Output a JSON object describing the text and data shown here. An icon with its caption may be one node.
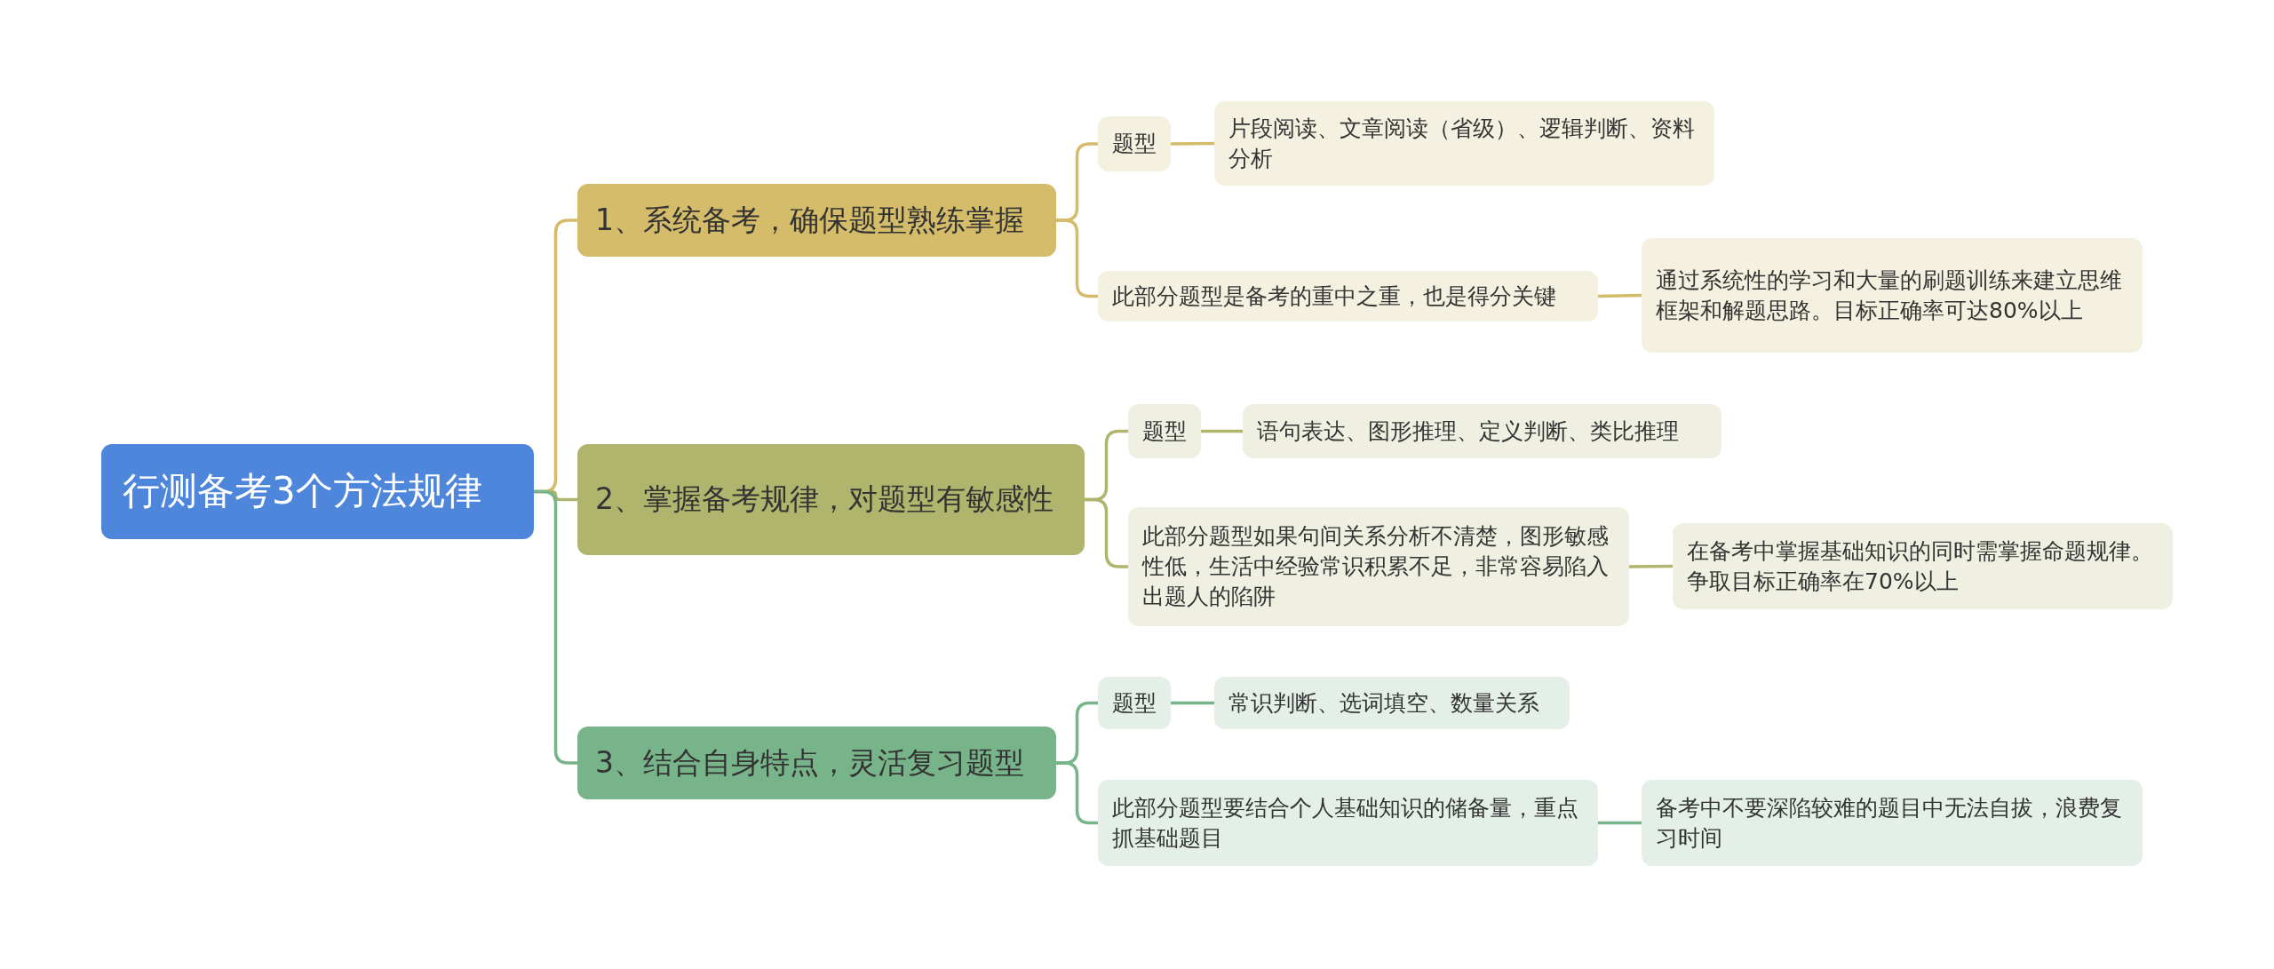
{
  "diagram": {
    "nodes": [
      {
        "text": [
          "行测备考3个方法规律"
        ]
      },
      {
        "text": [
          "1、系统备考，确保题型熟练掌握"
        ]
      },
      {
        "text": [
          "题型"
        ]
      },
      {
        "text": [
          "片段阅读、文章阅读（省级）、逻辑判断、资料分析"
        ]
      },
      {
        "text": [
          "此部分题型是备考的重中之重，也是得分关键"
        ]
      },
      {
        "text": [
          "通过系统性的学习和大量的刷题训练来建立思维框架和解题思路。目标正确率可达80%以上"
        ]
      },
      {
        "text": [
          "2、掌握备考规律，对题型有敏感性"
        ]
      },
      {
        "text": [
          "题型"
        ]
      },
      {
        "text": [
          "语句表达、图形推理、定义判断、类比推理"
        ]
      },
      {
        "text": [
          "此部分题型如果句间关系分析不清楚，图形敏感性低，生活中经验常识积累不足，非常容易陷入出题人的陷阱"
        ]
      },
      {
        "text": [
          "在备考中掌握基础知识的同时需掌握命题规律。争取目标正确率在70%以上"
        ]
      },
      {
        "text": [
          "3、结合自身特点，灵活复习题型"
        ]
      },
      {
        "text": [
          "题型"
        ]
      },
      {
        "text": [
          "常识判断、选词填空、数量关系"
        ]
      },
      {
        "text": [
          "此部分题型要结合个人基础知识的储备量，重点抓基础题目"
        ]
      },
      {
        "text": [
          "备考中不要深陷较难的题目中无法自拔，浪费复习时间"
        ]
      }
    ],
    "edges": [
      {
        "from": 0,
        "to": 1,
        "arrow": "none",
        "color": "#d4bc6a"
      },
      {
        "from": 1,
        "to": 2,
        "arrow": "none",
        "color": "#d4bc6a"
      },
      {
        "from": 2,
        "to": 3,
        "arrow": "none",
        "color": "#d4bc6a"
      },
      {
        "from": 1,
        "to": 4,
        "arrow": "none",
        "color": "#d4bc6a"
      },
      {
        "from": 4,
        "to": 5,
        "arrow": "none",
        "color": "#d4bc6a"
      },
      {
        "from": 0,
        "to": 6,
        "arrow": "none",
        "color": "#afb56c"
      },
      {
        "from": 6,
        "to": 7,
        "arrow": "none",
        "color": "#afb56c"
      },
      {
        "from": 7,
        "to": 8,
        "arrow": "none",
        "color": "#afb56c"
      },
      {
        "from": 6,
        "to": 9,
        "arrow": "none",
        "color": "#afb56c"
      },
      {
        "from": 9,
        "to": 10,
        "arrow": "none",
        "color": "#afb56c"
      },
      {
        "from": 0,
        "to": 11,
        "arrow": "none",
        "color": "#78b48a"
      },
      {
        "from": 11,
        "to": 12,
        "arrow": "none",
        "color": "#78b48a"
      },
      {
        "from": 12,
        "to": 13,
        "arrow": "none",
        "color": "#78b48a"
      },
      {
        "from": 11,
        "to": 14,
        "arrow": "none",
        "color": "#78b48a"
      },
      {
        "from": 14,
        "to": 15,
        "arrow": "none",
        "color": "#78b48a"
      }
    ]
  }
}
